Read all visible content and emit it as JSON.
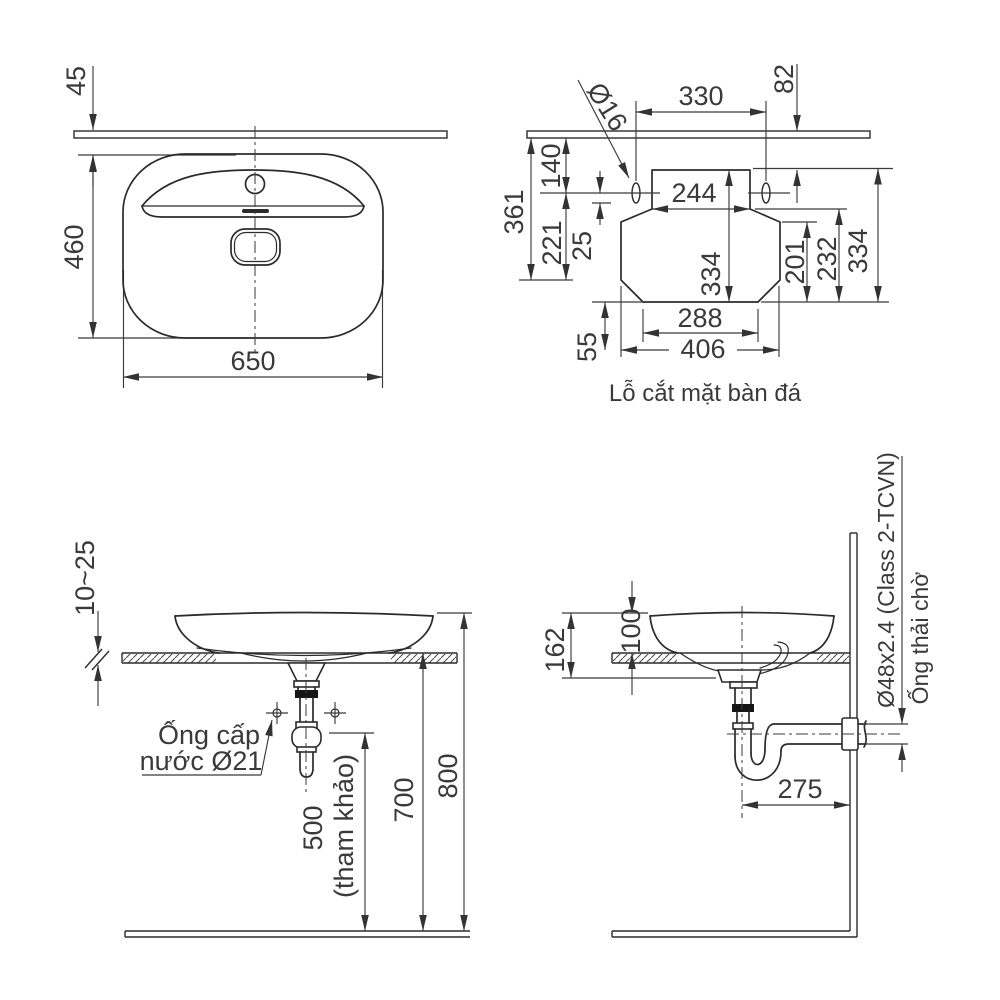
{
  "plan_view": {
    "wall_gap": "45",
    "basin_depth": "460",
    "basin_width": "650"
  },
  "cutout_view": {
    "hole_diameter": "Ø16",
    "hole_spacing": "330",
    "wall_offset": "82",
    "wall_to_front": "361",
    "wall_to_hole": "140",
    "hole_to_front": "221",
    "hole_offset": "25",
    "top_width": "244",
    "height_center": "334",
    "right_edge_height": "201",
    "right_mid_height": "232",
    "height_right": "334",
    "bottom_width": "288",
    "max_width": "406",
    "front_clearance": "55",
    "caption": "Lỗ cắt mặt bàn đá"
  },
  "front_view": {
    "counter_thickness": "10~25",
    "supply_label_line1": "Ống cấp",
    "supply_label_line2": "nước Ø21",
    "trap_ref_height": "500",
    "trap_ref_note": "(tham khảo)",
    "counter_height": "700",
    "rim_height": "800"
  },
  "side_view": {
    "basin_total_height": "162",
    "height_above_counter": "100",
    "drain_to_wall": "275",
    "waste_pipe_spec": "Ø48x2.4 (Class 2-TCVN)",
    "waste_pipe_name": "Ống thải chờ"
  }
}
